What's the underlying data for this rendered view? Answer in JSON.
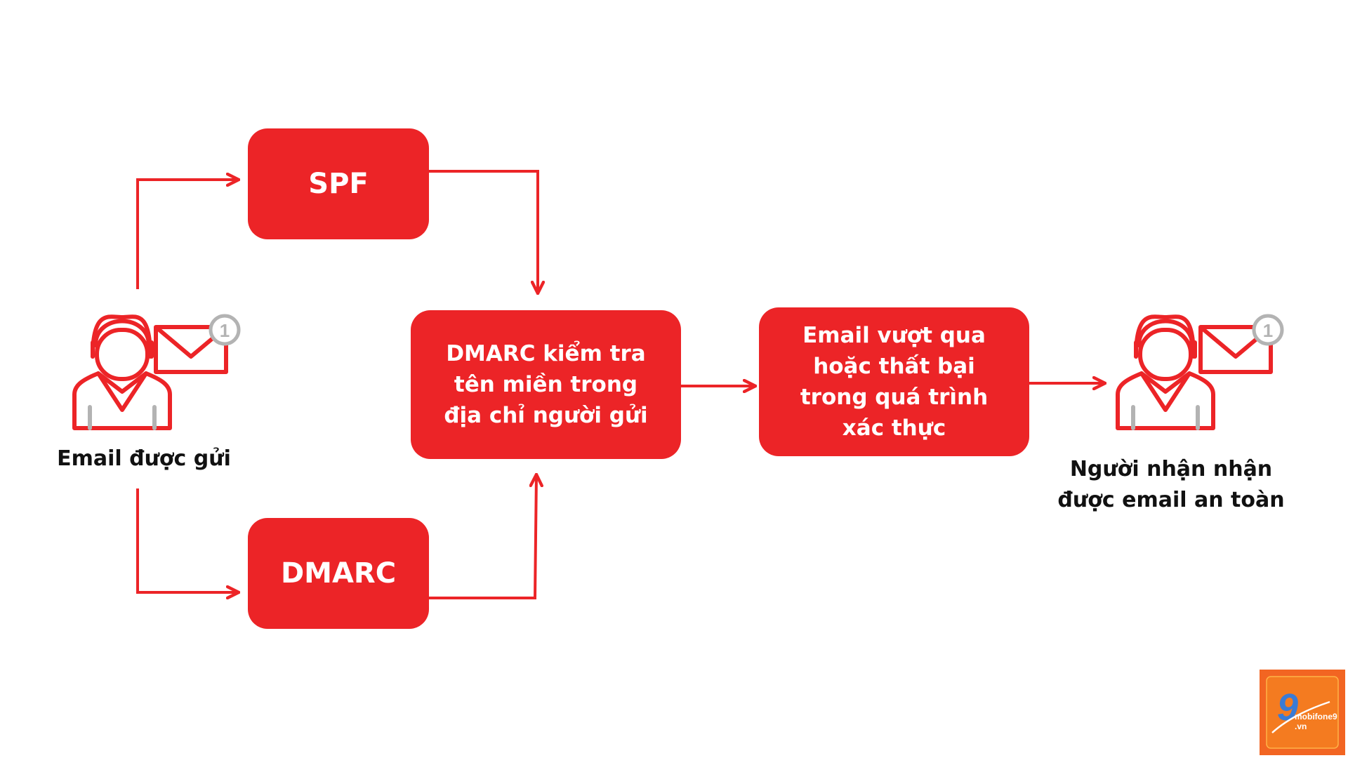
{
  "nodes": {
    "sender_caption": "Email được gửi",
    "spf": "SPF",
    "dmarc": "DMARC",
    "dmarc_check": "DMARC kiểm tra tên miền trong địa chỉ người gửi",
    "result": "Email vượt qua hoặc thất bại trong quá trình xác thực",
    "recipient_caption": "Người nhận nhận được email an toàn"
  },
  "badges": {
    "notification_count": "1"
  },
  "brand": {
    "name": "mobifone9",
    "tld": ".vn"
  },
  "colors": {
    "accent": "#ec2427",
    "icon_gray": "#b3b3b3",
    "text": "#111111",
    "brand_orange": "#f26522"
  }
}
